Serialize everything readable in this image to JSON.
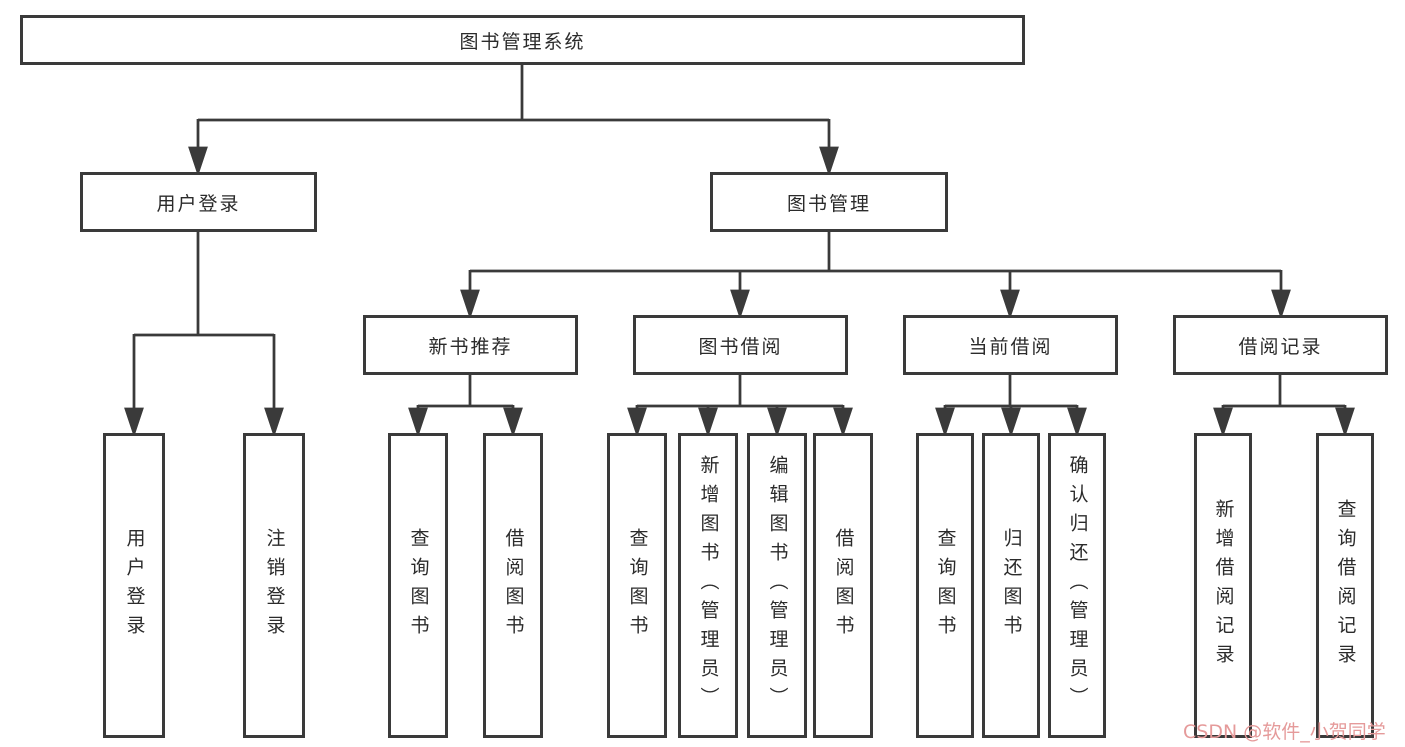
{
  "title": "图书管理系统",
  "watermark": {
    "text": "CSDN @软件_小贺同学",
    "color": "#e59a9a"
  },
  "colors": {
    "line": "#3a3a3a",
    "box_border": "#3a3a3a",
    "text": "#2b2b2b",
    "background": "#ffffff"
  },
  "nodes": {
    "root": {
      "label": "图书管理系统"
    },
    "user_login": {
      "label": "用户登录"
    },
    "book_management": {
      "label": "图书管理"
    },
    "new_book_recommend": {
      "label": "新书推荐"
    },
    "book_borrowing": {
      "label": "图书借阅"
    },
    "current_borrowing": {
      "label": "当前借阅"
    },
    "borrowing_records": {
      "label": "借阅记录"
    },
    "leaf_user_login": {
      "label": "用户登录"
    },
    "leaf_logout": {
      "label": "注销登录"
    },
    "leaf_nb_query_books": {
      "label": "查询图书"
    },
    "leaf_nb_borrow_books": {
      "label": "借阅图书"
    },
    "leaf_bb_query_books": {
      "label": "查询图书"
    },
    "leaf_bb_add_books": {
      "label": "新增图书（管理员）"
    },
    "leaf_bb_edit_books": {
      "label": "编辑图书（管理员）"
    },
    "leaf_bb_borrow_books": {
      "label": "借阅图书"
    },
    "leaf_cb_query_books": {
      "label": "查询图书"
    },
    "leaf_cb_return_books": {
      "label": "归还图书"
    },
    "leaf_cb_confirm_return": {
      "label": "确认归还（管理员）"
    },
    "leaf_br_add_record": {
      "label": "新增借阅记录"
    },
    "leaf_br_query_record": {
      "label": "查询借阅记录"
    }
  }
}
